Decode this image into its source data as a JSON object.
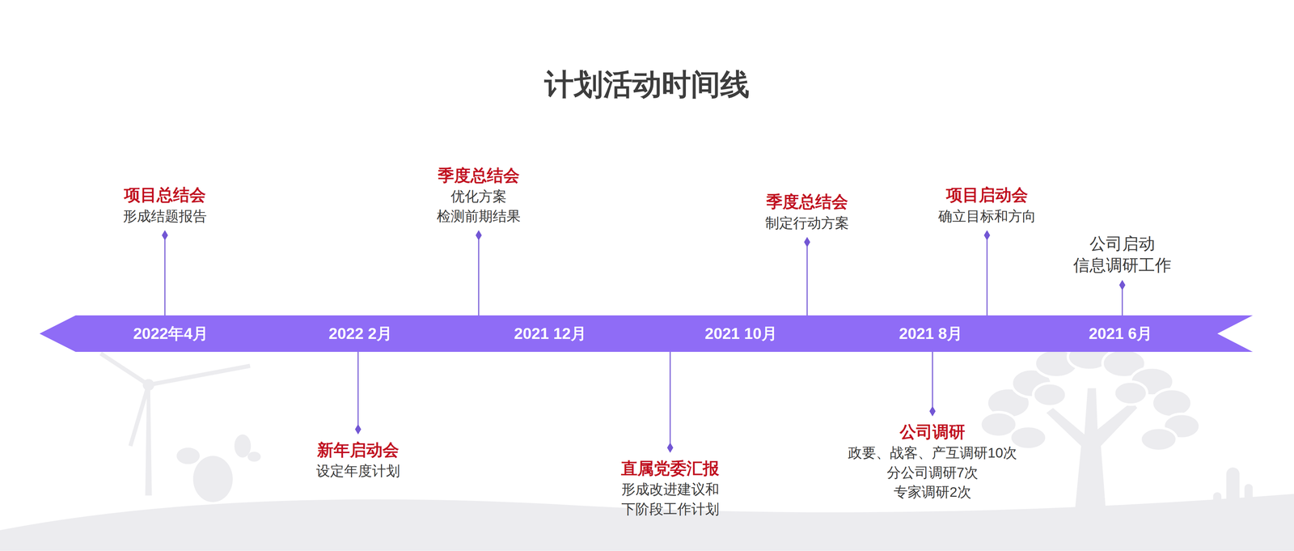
{
  "diagram": {
    "title": "计划活动时间线",
    "nodes": [
      {
        "text": [
          "2022年4月",
          "2022 2月",
          "2021 12月",
          "2021 10月",
          "2021 8月",
          "2021 6月"
        ]
      }
    ],
    "labels": [
      "项目总结会",
      "形成结题报告",
      "季度总结会",
      "优化方案 检测前期结果",
      "季度总结会",
      "制定行动方案",
      "项目启动会",
      "确立目标和方向",
      "公司启动 信息调研工作",
      "新年启动会",
      "设定年度计划",
      "直属党委汇报",
      "形成改进建议和 下阶段工作计划",
      "公司调研",
      "政要、战客、产互调研10次 分公司调研7次 专家调研2次"
    ]
  }
}
